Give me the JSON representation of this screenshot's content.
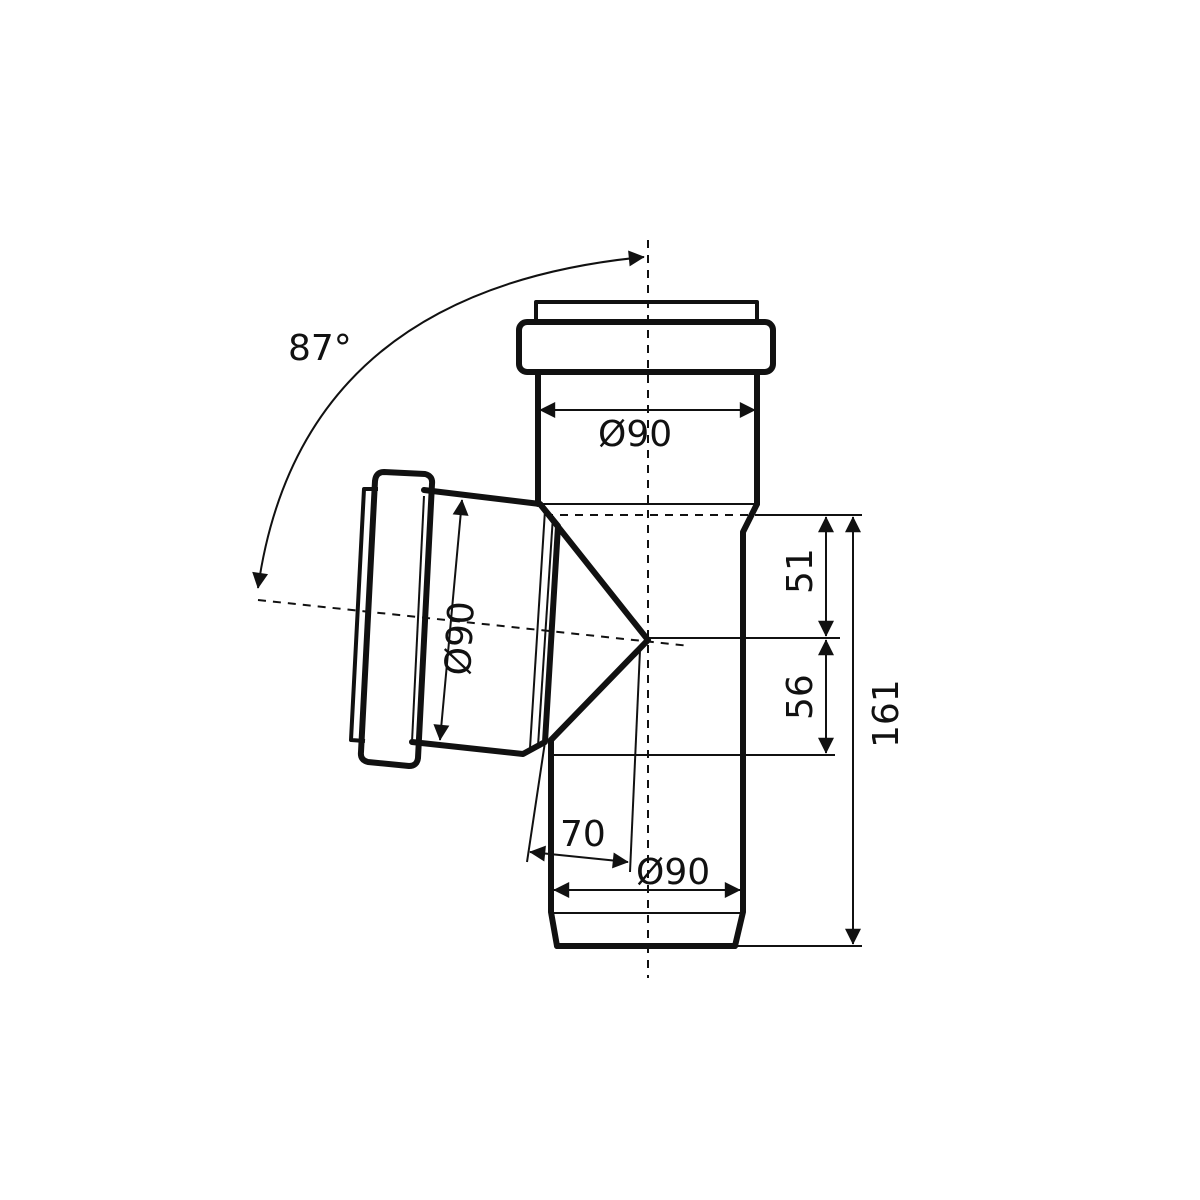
{
  "diagram": {
    "angle_label": "87°",
    "top_diameter_label": "Ø90",
    "branch_diameter_label": "Ø90",
    "bottom_diameter_label": "Ø90",
    "branch_offset_label": "70",
    "upper_height_label": "51",
    "lower_height_label": "56",
    "total_height_label": "161",
    "line_color": "#111111",
    "background_color": "#ffffff"
  }
}
